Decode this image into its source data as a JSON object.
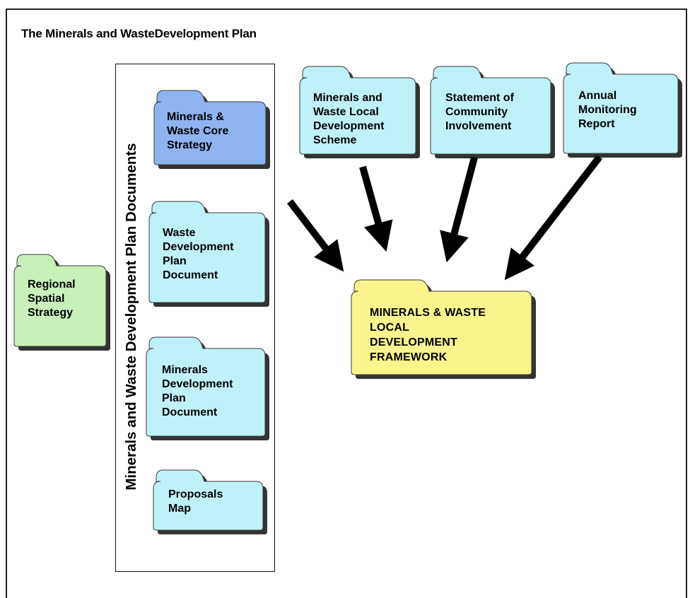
{
  "title": "The Minerals and WasteDevelopment Plan",
  "documents_group_label": "Minerals and Waste Development Plan Documents",
  "folders": {
    "core_strategy": {
      "text": "Minerals &\nWaste Core\nStrategy",
      "color": "#8db4f0"
    },
    "waste_dpd": {
      "text": "Waste\nDevelopment\nPlan\nDocument",
      "color": "#bff2f8"
    },
    "minerals_dpd": {
      "text": "Minerals\nDevelopment\nPlan\nDocument",
      "color": "#bff2f8"
    },
    "proposals_map": {
      "text": "Proposals\nMap",
      "color": "#bff2f8"
    },
    "regional_strategy": {
      "text": "Regional\nSpatial\nStrategy",
      "color": "#c8f0b8"
    },
    "local_dev_scheme": {
      "text": "Minerals and\nWaste Local\nDevelopment\nScheme",
      "color": "#bff2f8"
    },
    "community_involvement": {
      "text": "Statement of\nCommunity\nInvolvement",
      "color": "#bff2f8"
    },
    "monitoring_report": {
      "text": "Annual\nMonitoring\nReport",
      "color": "#bff2f8"
    },
    "framework": {
      "text": "MINERALS & WASTE\nLOCAL\nDEVELOPMENT\nFRAMEWORK",
      "color": "#faf48c"
    }
  },
  "colors": {
    "outline": "#3a3a3a",
    "arrow": "#000000",
    "shadow": "#333333"
  }
}
